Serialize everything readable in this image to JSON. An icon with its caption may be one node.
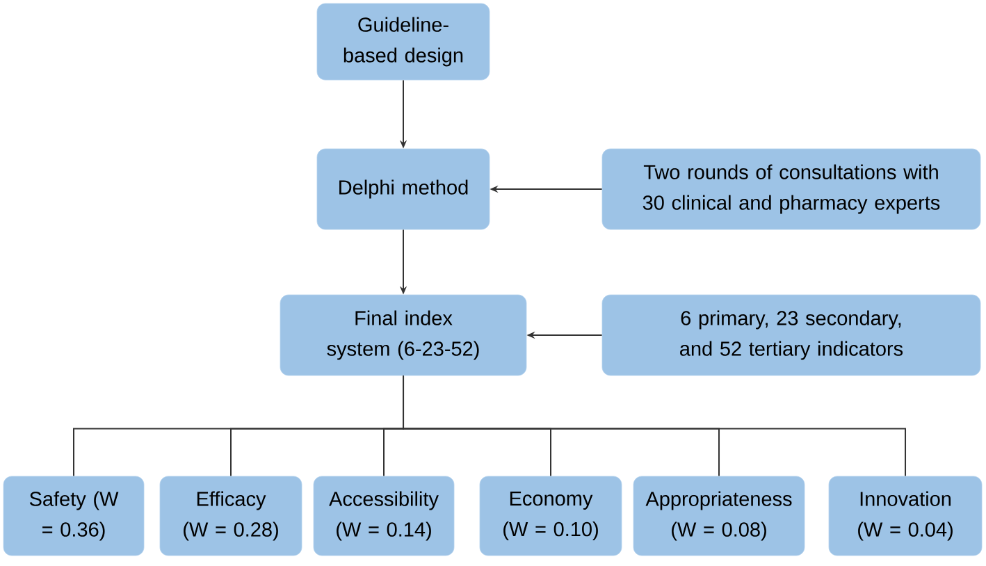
{
  "diagram": {
    "nodes": [
      {
        "text": [
          "Guideline-based design"
        ]
      },
      {
        "text": [
          "Delphi method"
        ]
      },
      {
        "text": [
          "Two rounds of consultations with 30 clinical and pharmacy experts"
        ]
      },
      {
        "text": [
          "Final index system (6-23-52)"
        ]
      },
      {
        "text": [
          "6 primary, 23 secondary, and 52 tertiary indicators"
        ]
      },
      {
        "text": [
          "Safety (W = 0.36)"
        ]
      },
      {
        "text": [
          "Efficacy (W = 0.28)"
        ]
      },
      {
        "text": [
          "Accessibility (W = 0.14)"
        ]
      },
      {
        "text": [
          "Economy (W = 0.10)"
        ]
      },
      {
        "text": [
          "Appropriateness (W = 0.08)"
        ]
      },
      {
        "text": [
          "Innovation (W = 0.04)"
        ]
      }
    ],
    "edges": [
      {
        "from": 0,
        "to": 1,
        "arrow": "to"
      },
      {
        "from": 2,
        "to": 1,
        "arrow": "to"
      },
      {
        "from": 1,
        "to": 3,
        "arrow": "to"
      },
      {
        "from": 4,
        "to": 3,
        "arrow": "to"
      },
      {
        "from": 3,
        "to": 5,
        "arrow": "none"
      },
      {
        "from": 3,
        "to": 6,
        "arrow": "none"
      },
      {
        "from": 3,
        "to": 7,
        "arrow": "none"
      },
      {
        "from": 3,
        "to": 8,
        "arrow": "none"
      },
      {
        "from": 3,
        "to": 9,
        "arrow": "none"
      },
      {
        "from": 3,
        "to": 10,
        "arrow": "none"
      }
    ]
  }
}
